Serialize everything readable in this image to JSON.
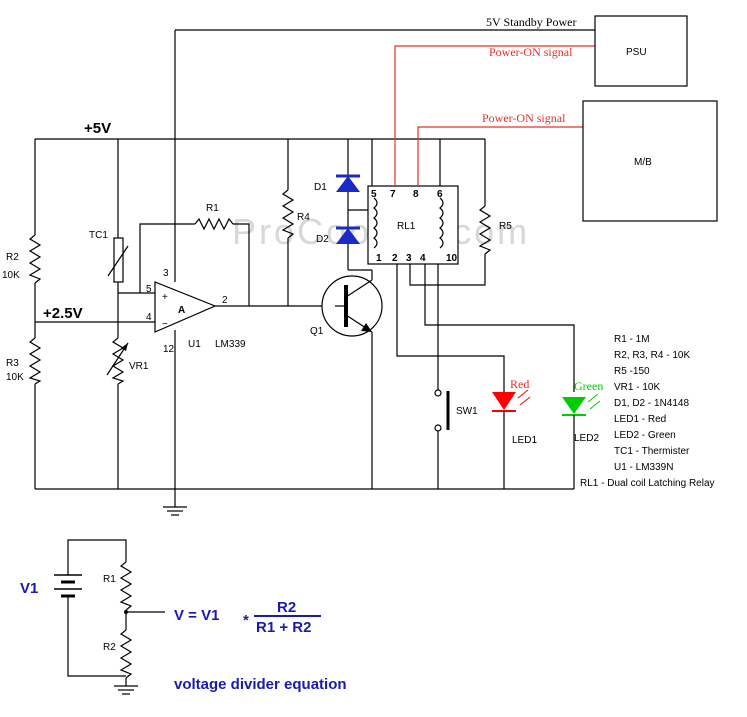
{
  "colors": {
    "wire": "#000000",
    "signal": "#e8302a",
    "diode": "#1a2ac8",
    "led_red": "#ff0000",
    "led_green": "#00cc00",
    "equation_text": "#1a1ab0"
  },
  "watermark": "ProCooling.com",
  "rails": {
    "vcc": "+5V",
    "ref": "+2.5V"
  },
  "blocks": {
    "psu": "PSU",
    "mb": "M/B"
  },
  "signals": {
    "standby": "5V Standby Power",
    "power_on_psu": "Power-ON signal",
    "power_on_mb": "Power-ON signal"
  },
  "components": {
    "r1": "R1",
    "r2": "R2",
    "r2_val": "10K",
    "r3": "R3",
    "r3_val": "10K",
    "r4": "R4",
    "r5": "R5",
    "tc1": "TC1",
    "vr1": "VR1",
    "u1": "U1",
    "u1_part": "LM339",
    "opamp_unit": "A",
    "q1": "Q1",
    "d1": "D1",
    "d2": "D2",
    "rl1": "RL1",
    "sw1": "SW1",
    "led1": "LED1",
    "led1_color": "Red",
    "led2": "LED2",
    "led2_color": "Green",
    "pin_plus": "+",
    "pin_minus": "−"
  },
  "pins": {
    "u1_3": "3",
    "u1_5": "5",
    "u1_4": "4",
    "u1_2": "2",
    "u1_12": "12",
    "rl_top": [
      "5",
      "7",
      "8",
      "6"
    ],
    "rl_bottom": [
      "1",
      "2",
      "3",
      "4",
      "10"
    ]
  },
  "parts_list": [
    "R1 - 1M",
    "R2, R3, R4 - 10K",
    "R5 -150",
    "VR1 - 10K",
    "D1, D2 - 1N4148",
    "LED1 - Red",
    "LED2 - Green",
    "TC1 - Thermister",
    "U1 - LM339N",
    "RL1 - Dual coil Latching Relay"
  ],
  "divider": {
    "v1": "V1",
    "r1": "R1",
    "r2": "R2",
    "lhs": "V = V1",
    "times": "*",
    "numerator": "R2",
    "denominator": "R1 + R2",
    "caption": "voltage divider equation"
  }
}
